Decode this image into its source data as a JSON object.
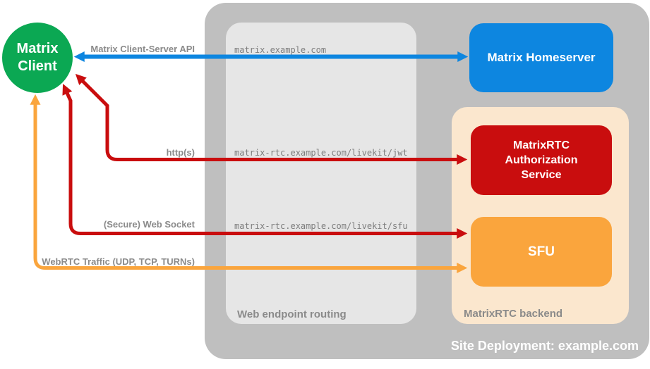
{
  "title": "MatrixRTC site deployment diagram",
  "colors": {
    "site_box": "#bfbfbf",
    "routing_box": "#e6e6e6",
    "backend_box": "#fbe7ce",
    "client_green": "#0ba853",
    "homeserver_blue": "#0d86e0",
    "auth_red": "#c90d0e",
    "sfu_orange": "#faa53d",
    "label_gray": "#8a8a8a",
    "endpoint_gray": "#7d7d7d"
  },
  "client": {
    "label": "Matrix Client"
  },
  "nodes": {
    "homeserver": {
      "label": "Matrix Homeserver"
    },
    "auth": {
      "label": "MatrixRTC Authorization Service"
    },
    "sfu": {
      "label": "SFU"
    }
  },
  "containers": {
    "site": {
      "label": "Site Deployment: example.com"
    },
    "routing": {
      "label": "Web endpoint routing"
    },
    "backend": {
      "label": "MatrixRTC backend"
    }
  },
  "connections": [
    {
      "label": "Matrix Client-Server API",
      "endpoint": "matrix.example.com",
      "color": "#0d86e0",
      "bidirectional": true
    },
    {
      "label": "http(s)",
      "endpoint": "matrix-rtc.example.com/livekit/jwt",
      "color": "#c90d0e",
      "bidirectional": true
    },
    {
      "label": "(Secure) Web Socket",
      "endpoint": "matrix-rtc.example.com/livekit/sfu",
      "color": "#c90d0e",
      "bidirectional": true
    },
    {
      "label": "WebRTC Traffic (UDP, TCP, TURNs)",
      "endpoint": "",
      "color": "#faa53d",
      "bidirectional": true
    }
  ]
}
